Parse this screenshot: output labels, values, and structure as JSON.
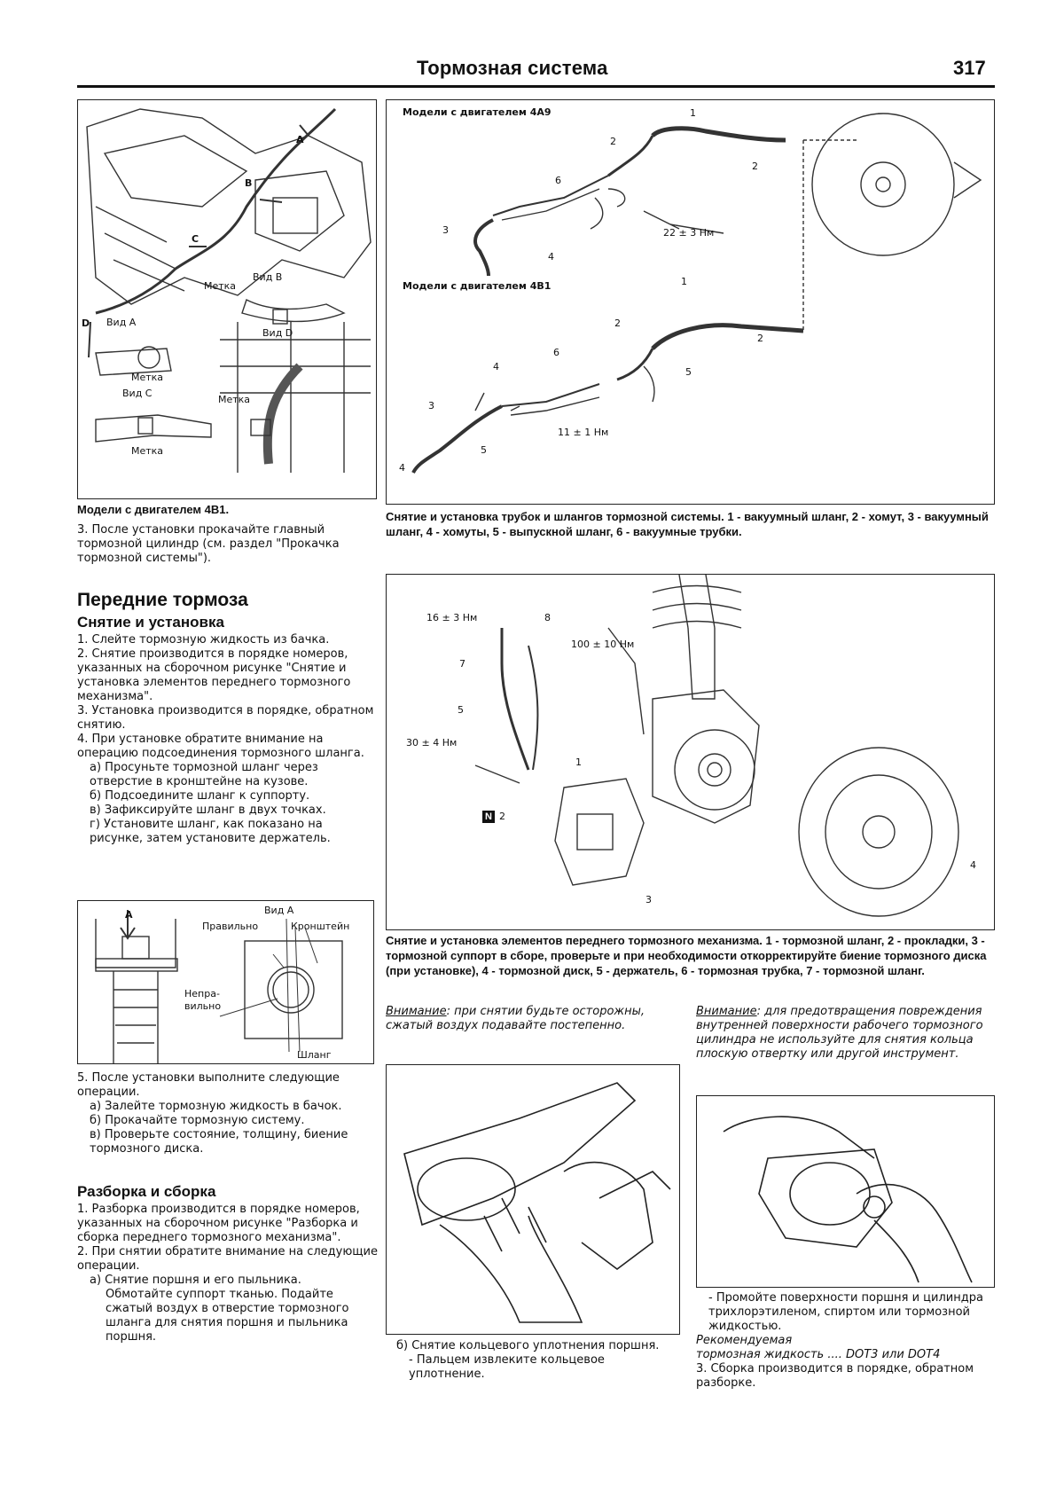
{
  "header": {
    "title": "Тормозная система",
    "page_number": "317"
  },
  "fig_engine": {
    "labels": {
      "A": "A",
      "B": "B",
      "C": "C",
      "D": "D",
      "view_b": "Вид В",
      "mark1": "Метка",
      "view_a": "Вид А",
      "view_d": "Вид D",
      "mark2": "Метка",
      "view_c": "Вид С",
      "mark3": "Метка",
      "mark4": "Метка"
    },
    "caption": "Модели с двигателем 4B1."
  },
  "left_text_1": {
    "p1": "3. После установки прокачайте главный тормозной цилиндр (см. раздел \"Прокачка тормозной системы\")."
  },
  "section_front": {
    "title": "Передние тормоза",
    "subtitle": "Снятие и установка",
    "items": [
      "1. Слейте тормозную жидкость из бачка.",
      "2. Снятие производится в порядке номеров, указанных на сборочном рисунке \"Снятие и установка элементов переднего тормозного механизма\".",
      "3. Установка производится в порядке, обратном снятию.",
      "4. При установке обратите внимание на операцию подсоединения тормозного шланга."
    ],
    "subitems": [
      "а) Просуньте тормозной шланг через отверстие в кронштейне на кузове.",
      "б) Подсоедините шланг к суппорту.",
      "в) Зафиксируйте шланг в двух точках.",
      "г) Установите шланг, как показано на рисунке, затем установите держатель."
    ]
  },
  "fig_hose": {
    "labels": {
      "A": "A",
      "view_a": "Вид А",
      "correct": "Правильно",
      "bracket": "Кронштейн",
      "incorrect1": "Непра-",
      "incorrect2": "вильно",
      "hose": "Шланг"
    }
  },
  "left_text_2": {
    "p5": "5. После установки выполните следующие операции.",
    "subitems": [
      "а) Залейте тормозную жидкость в бачок.",
      "б) Прокачайте тормозную систему.",
      "в) Проверьте состояние, толщину, биение тормозного диска."
    ]
  },
  "section_disassembly": {
    "title": "Разборка и сборка",
    "items": [
      "1. Разборка производится в порядке номеров, указанных на сборочном рисунке \"Разборка и сборка переднего тормозного механизма\".",
      "2. При снятии обратите внимание на следующие операции."
    ],
    "sub_a": "а) Снятие поршня и его пыльника.",
    "sub_a_text": "Обмотайте суппорт тканью. Подайте сжатый воздух в отверстие тормозного шланга для снятия поршня и пыльника поршня."
  },
  "fig_vacuum": {
    "title_4a9": "Модели с двигателем 4A9",
    "title_4b1": "Модели с двигателем 4B1",
    "labels": {
      "n1a": "1",
      "n2a": "2",
      "n2b": "2",
      "n6a": "6",
      "n3a": "3",
      "n4a": "4",
      "torque_a": "22 ± 3 Нм",
      "n1b": "1",
      "n2c": "2",
      "n2d": "2",
      "n6b": "6",
      "n4b": "4",
      "n5a": "5",
      "n3b": "3",
      "n5b": "5",
      "n4c": "4",
      "torque_b": "11 ± 1 Нм"
    },
    "caption": "Снятие и установка трубок и шлангов тормозной системы. 1 - вакуумный шланг, 2 - хомут, 3 - вакуумный шланг, 4 - хомуты, 5 - выпускной шланг, 6 - вакуумные трубки."
  },
  "fig_front_brake": {
    "labels": {
      "torque1": "16 ± 3 Нм",
      "n8": "8",
      "torque2": "100 ± 10 Нм",
      "n7": "7",
      "n5": "5",
      "torque3": "30 ± 4 Нм",
      "n1": "1",
      "n2": "2",
      "n3": "3",
      "n4": "4",
      "n_badge": "N"
    },
    "caption": "Снятие и установка элементов переднего тормозного механизма. 1 - тормозной шланг, 2 - прокладки, 3 - тормозной суппорт в сборе, проверьте и при необходимости откорректируйте биение тормозного диска (при установке), 4 - тормозной диск, 5 - держатель, 6 - тормозная трубка, 7 - тормозной шланг."
  },
  "notes": {
    "note1_label": "Внимание",
    "note1_text": ": при снятии будьте осторожны, сжатый воздух подавайте постепенно.",
    "note2_label": "Внимание",
    "note2_text": ": для предотвращения повреждения внутренней поверхности рабочего тормозного цилиндра не используйте для снятия кольца плоскую отвертку или другой инструмент."
  },
  "bottom_mid_text": {
    "p1": "б) Снятие кольцевого уплотнения поршня.",
    "p2": "- Пальцем извлеките кольцевое уплотнение."
  },
  "bottom_right_text": {
    "p1": "- Промойте поверхности поршня и цилиндра трихлорэтиленом, спиртом или тормозной жидкостью.",
    "rec1": "Рекомендуемая",
    "rec2": "тормозная жидкость .... DOT3 или DOT4",
    "p3": "3. Сборка производится в порядке, обратном разборке."
  }
}
